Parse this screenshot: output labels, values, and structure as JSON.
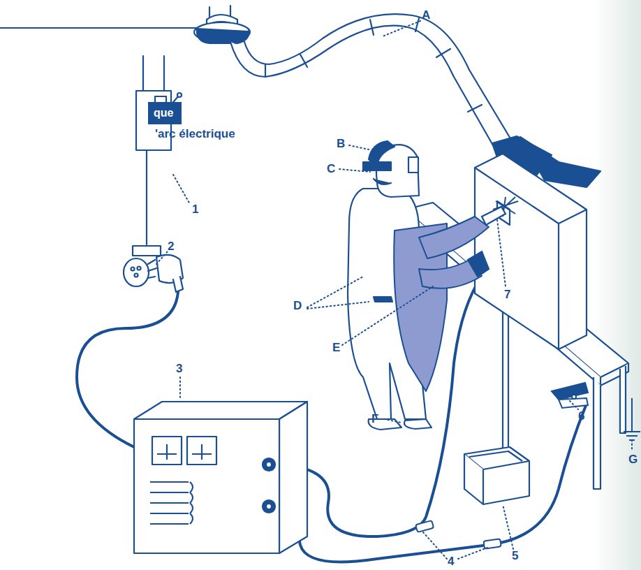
{
  "diagram": {
    "title": "que",
    "labels": [
      "'arc électrique",
      "A",
      "B",
      "C",
      "1",
      "D",
      "2",
      "7",
      "E",
      "3",
      "6",
      "G",
      "F",
      "4",
      "5"
    ]
  }
}
